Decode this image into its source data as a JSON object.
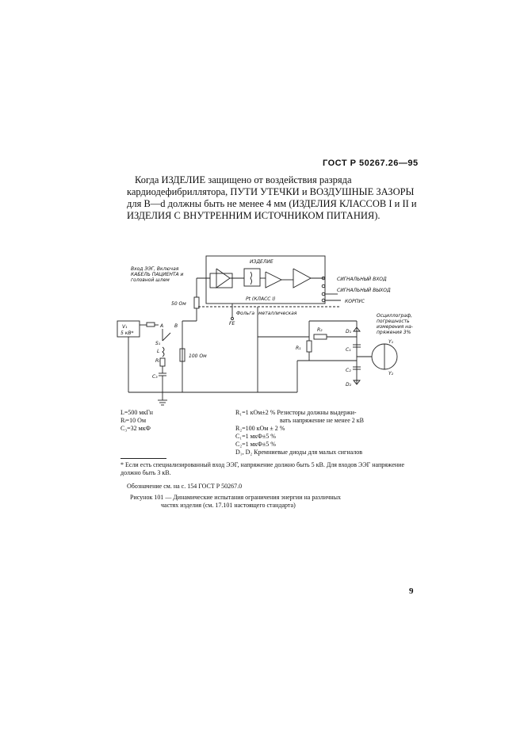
{
  "header": {
    "standard": "ГОСТ Р 50267.26—95"
  },
  "paragraph": "Когда ИЗДЕЛИЕ защищено от воздействия разряда кардиодефибриллятора, ПУТИ УТЕЧКИ и ВОЗДУШНЫЕ ЗАЗОРЫ для B—d должны быть не менее 4 мм (ИЗДЕЛИЯ КЛАССОВ I и II и ИЗДЕЛИЯ С ВНУТРЕННИМ ИСТОЧНИКОМ ПИТАНИЯ).",
  "diagram": {
    "device": "ИЗДЕЛИЕ",
    "eeg_input": [
      "Вход ЭЭГ, Включая",
      "КАБЕЛЬ ПАЦИЕНТА и",
      "головной шлем"
    ],
    "signal_in": "СИГНАЛЬНЫЙ ВХОД",
    "signal_out": "СИГНАЛЬНЫЙ ВЫХОД",
    "case": "КОРПУС",
    "class1": "Pt (КЛАСС I)",
    "foil": "Фольга",
    "metal": "металлическая",
    "fe": "FE",
    "r50": "50 Ом",
    "r100": "100 Ом",
    "source": [
      "V₁",
      "5 кВ*"
    ],
    "a": "A",
    "b": "B",
    "s1": "S₁",
    "l": "L",
    "rl": "Rₗ",
    "c3": "C₃",
    "r1": "R₁",
    "r2": "R₂",
    "d1": "D₁",
    "d2": "D₂",
    "c1": "C₁",
    "c2": "C₂",
    "y1": "Y₁",
    "y2": "Y₂",
    "osc": [
      "Осциллограф,",
      "погрешность",
      "измерения на-",
      "пряжения 3%"
    ]
  },
  "legend_left": [
    "L=500 мкГн",
    "Rₗ=10 Ом",
    "C₃=32 мкФ"
  ],
  "legend_right": [
    "R₁=1 кОм±2 %  Резисторы должны  выдержи-",
    "вать напряжение не менее 2 кВ",
    "R₂=100 кОм ± 2 %",
    "C₁=1 мкФ±5 %",
    "C₂=1 мкФ±5 %",
    "D₁, D₂ Кремниевые диоды для малых сигналов"
  ],
  "footnote": "* Если есть специализированный вход ЭЭГ, напряжение должно быть 5 кВ. Для входов ЭЭГ напряжение должно быть 3 кВ.",
  "note": "Обозначение см. на с. 154 ГОСТ Р 50267.0",
  "caption": {
    "label": "Рисунок 101 — Динамические испытания ограничения энергии на различных",
    "rest": "частях изделия (см. 17.101 настоящего стандарта)"
  },
  "page_number": "9"
}
